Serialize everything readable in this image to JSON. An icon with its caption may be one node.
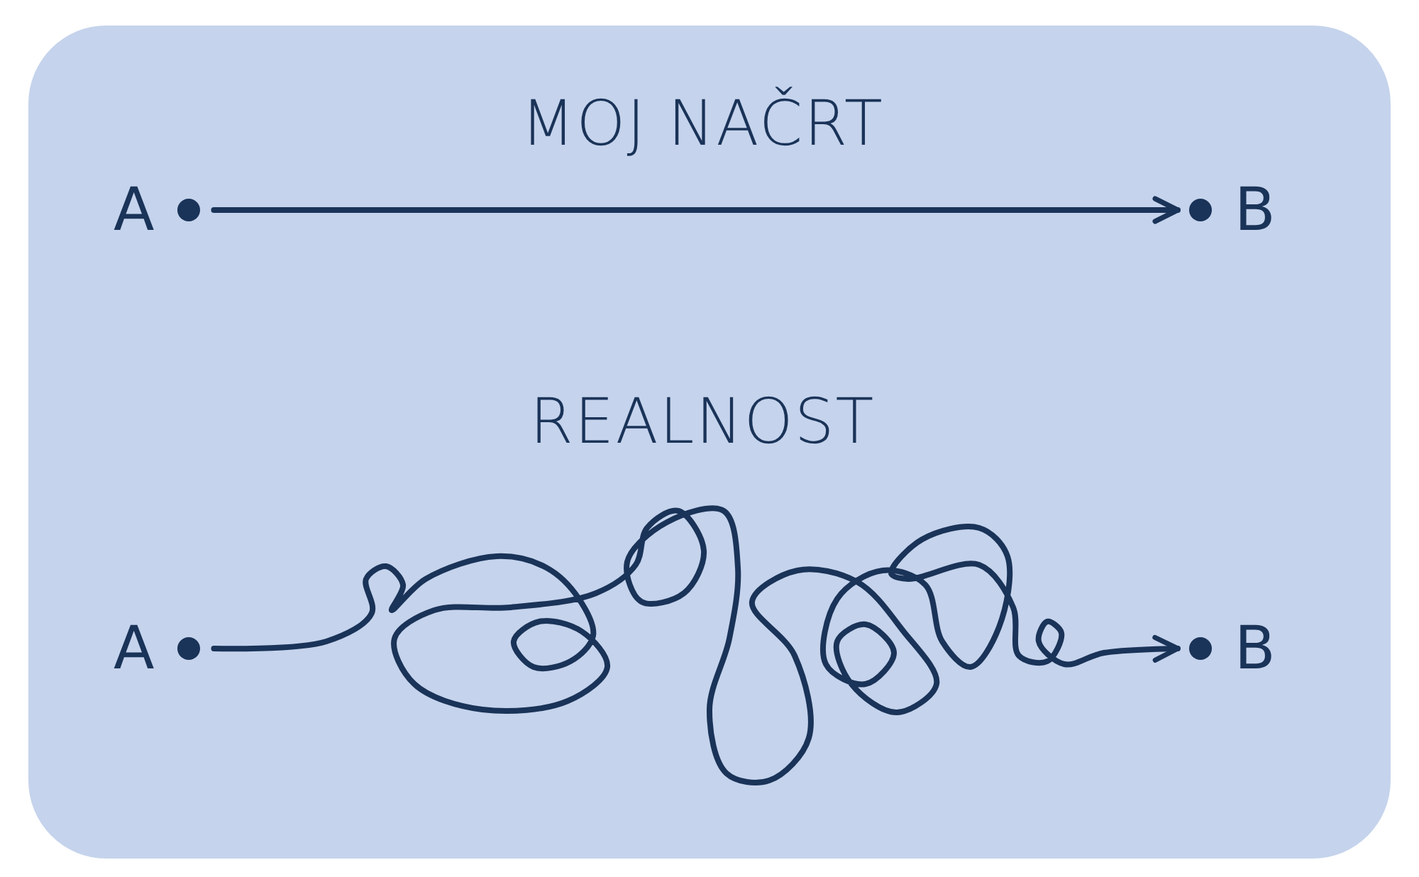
{
  "diagram": {
    "nodes": [
      {
        "text": [
          "A"
        ]
      },
      {
        "text": [
          "B"
        ]
      },
      {
        "text": [
          "A"
        ]
      },
      {
        "text": [
          "B"
        ]
      }
    ],
    "edges": [
      {
        "from": 0,
        "to": 1,
        "arrow": "to"
      },
      {
        "from": 2,
        "to": 3,
        "arrow": "to"
      }
    ],
    "labels": [
      "MOJ NAČRT",
      "REALNOST"
    ]
  }
}
